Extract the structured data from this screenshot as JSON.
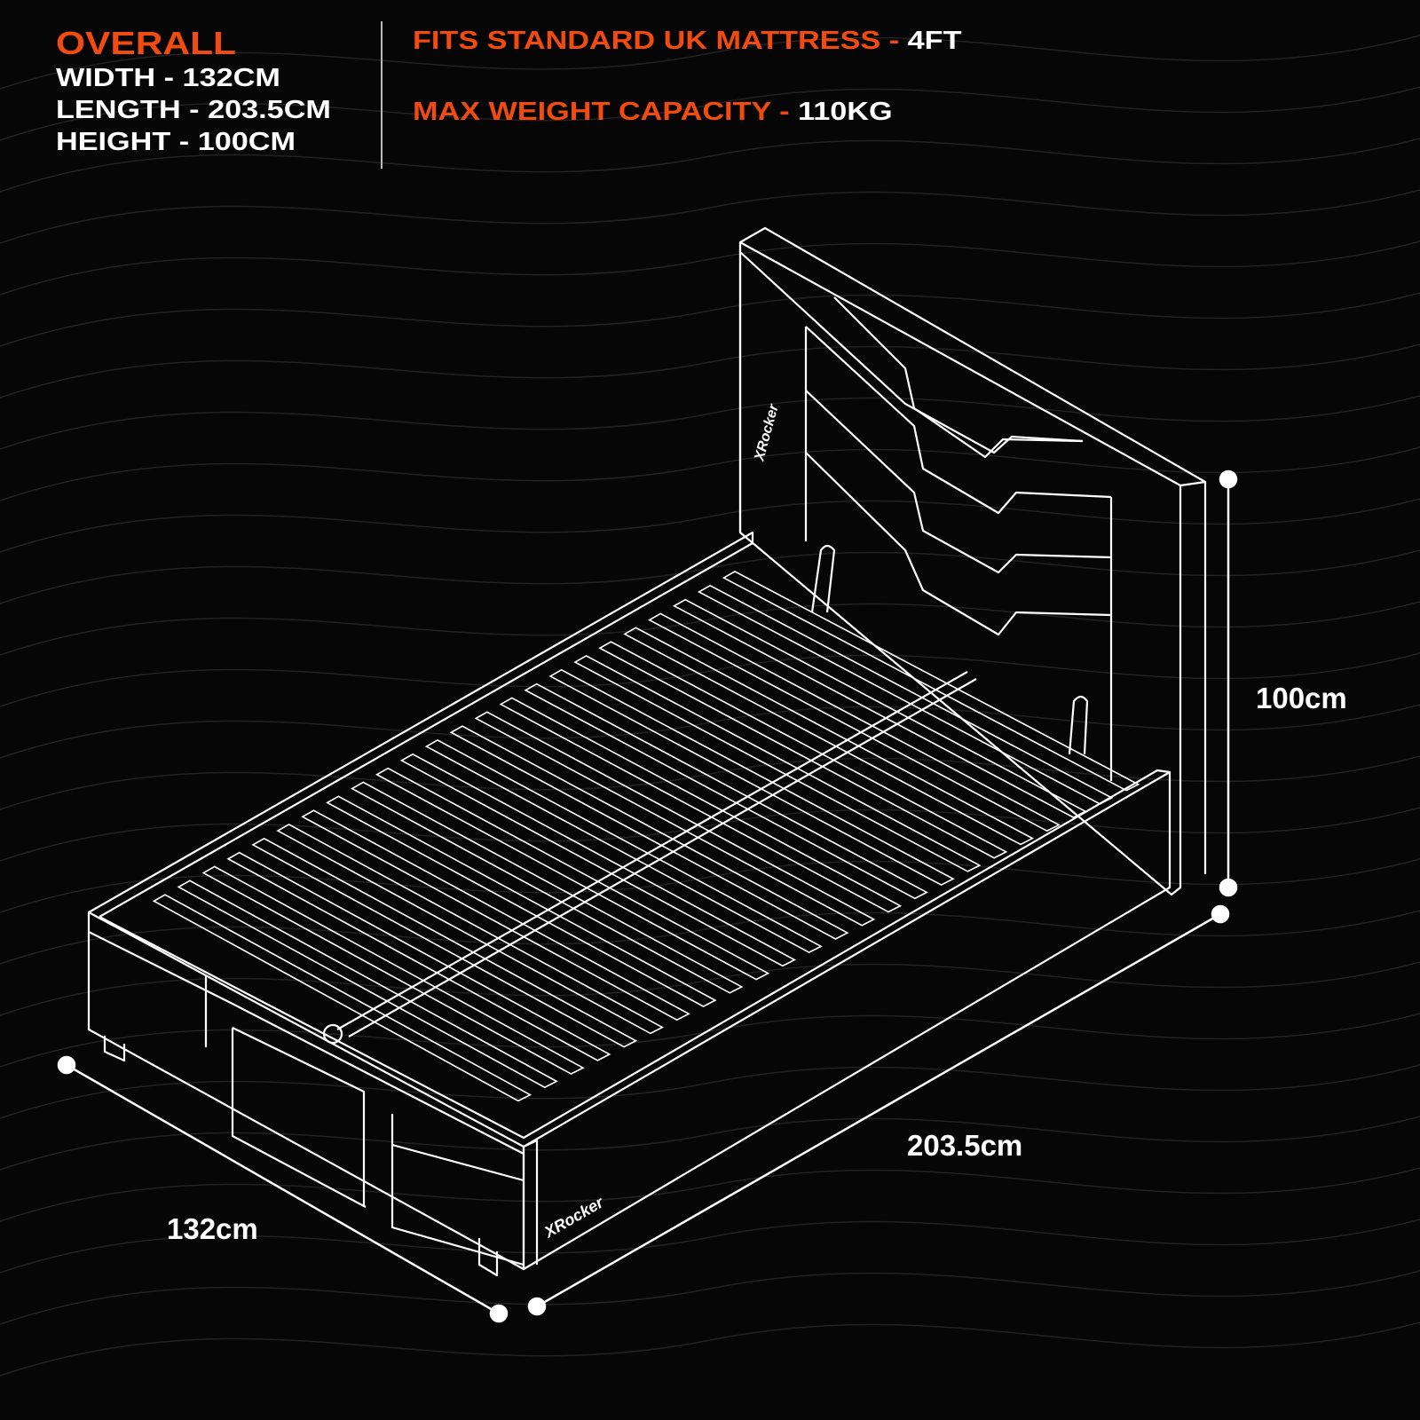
{
  "overall": {
    "heading": "OVERALL",
    "width": "WIDTH - 132CM",
    "length": "LENGTH - 203.5CM",
    "height": "HEIGHT - 100CM"
  },
  "specs": [
    {
      "label": "FITS STANDARD UK MATTRESS - ",
      "value": "4FT"
    },
    {
      "label": "MAX WEIGHT CAPACITY - ",
      "value": "110KG"
    }
  ],
  "dimensions": {
    "width": "132cm",
    "length": "203.5cm",
    "height": "100cm"
  },
  "brand": "XRocker",
  "colors": {
    "accent": "#f24b0f",
    "background": "#060606",
    "line": "#ffffff"
  }
}
